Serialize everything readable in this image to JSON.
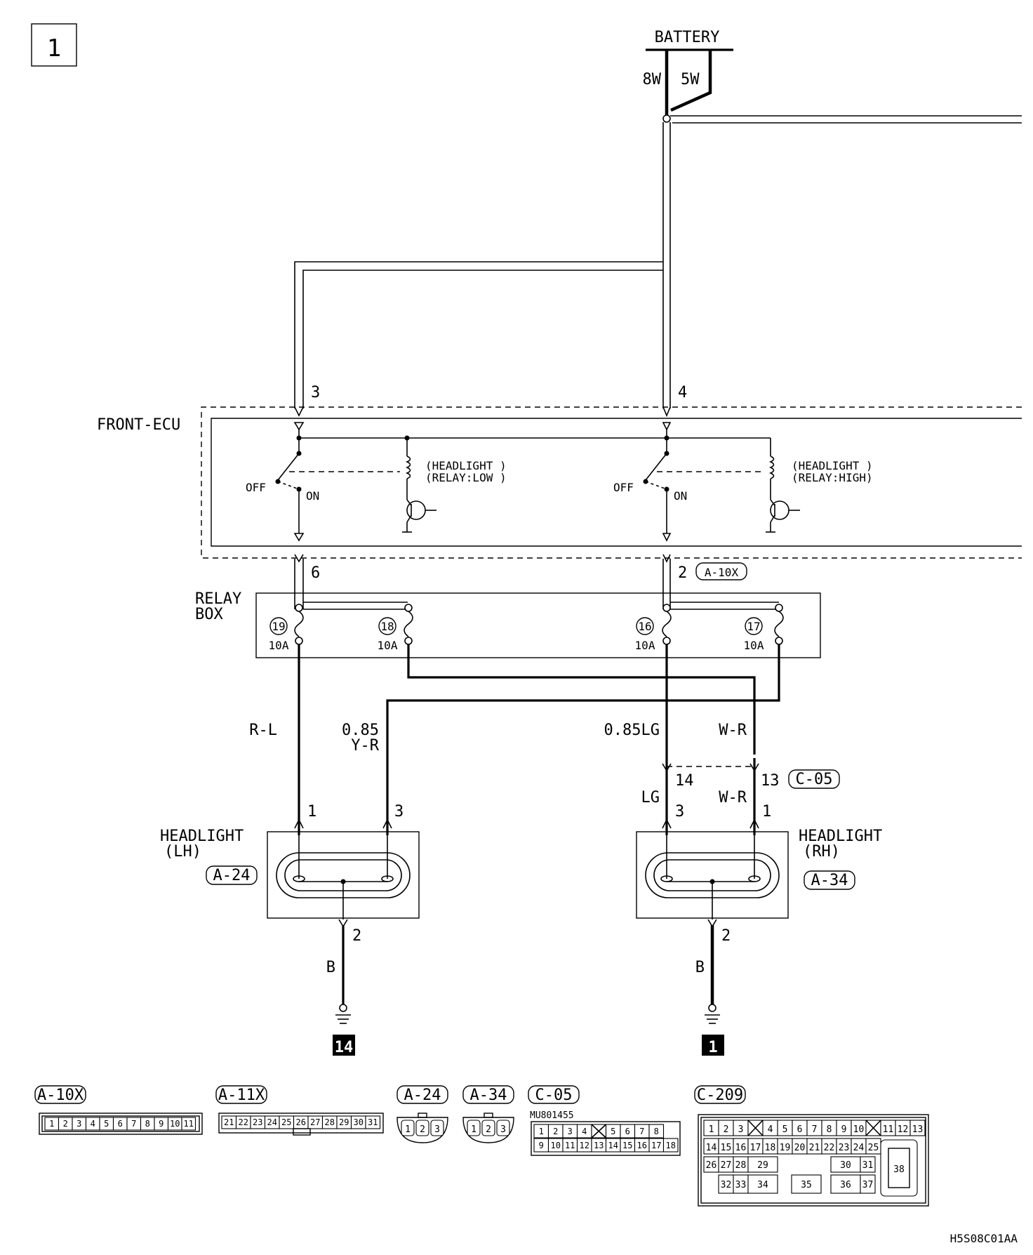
{
  "sheet": {
    "number": "1",
    "code": "H5S08C01AA"
  },
  "battery": {
    "label": "BATTERY",
    "fuse_left": "8W",
    "fuse_right": "5W"
  },
  "ecu": {
    "label": "FRONT-ECU",
    "pin_in_low": "3",
    "pin_in_high": "4",
    "pin_out_low": "6",
    "pin_out_high": "2",
    "out_connector": "A-10X",
    "switch_off": "OFF",
    "switch_on": "ON",
    "relay_low_l1": "(HEADLIGHT )",
    "relay_low_l2": "(RELAY:LOW )",
    "relay_high_l1": "(HEADLIGHT )",
    "relay_high_l2": "(RELAY:HIGH)"
  },
  "relay_box": {
    "label_l1": "RELAY",
    "label_l2": "BOX",
    "fuses": [
      {
        "num": "19",
        "rating": "10A"
      },
      {
        "num": "18",
        "rating": "10A"
      },
      {
        "num": "16",
        "rating": "10A"
      },
      {
        "num": "17",
        "rating": "10A"
      }
    ]
  },
  "wires": {
    "rl": "R-L",
    "yr_size": "0.85",
    "yr": "Y-R",
    "lg_upper": "0.85LG",
    "wr_upper": "W-R",
    "lg_lower": "LG",
    "wr_lower": "W-R",
    "b_left": "B",
    "b_right": "B"
  },
  "junction": {
    "pin_a": "14",
    "pin_b": "13",
    "connector": "C-05"
  },
  "headlight_lh": {
    "label_l1": "HEADLIGHT",
    "label_l2": "(LH)",
    "connector": "A-24",
    "pin_1": "1",
    "pin_3": "3",
    "pin_2": "2"
  },
  "headlight_rh": {
    "label_l1": "HEADLIGHT",
    "label_l2": "(RH)",
    "connector": "A-34",
    "pin_3": "3",
    "pin_1": "1",
    "pin_2": "2"
  },
  "grounds": {
    "left": "14",
    "right": "1"
  },
  "connectors": {
    "a10x": {
      "name": "A-10X",
      "pins": [
        "1",
        "2",
        "3",
        "4",
        "5",
        "6",
        "7",
        "8",
        "9",
        "10",
        "11"
      ]
    },
    "a11x": {
      "name": "A-11X",
      "pins": [
        "21",
        "22",
        "23",
        "24",
        "25",
        "26",
        "27",
        "28",
        "29",
        "30",
        "31"
      ]
    },
    "a24": {
      "name": "A-24",
      "pins": [
        "1",
        "2",
        "3"
      ]
    },
    "a34": {
      "name": "A-34",
      "pins": [
        "1",
        "2",
        "3"
      ]
    },
    "c05": {
      "name": "C-05",
      "part": "MU801455",
      "row1": [
        "1",
        "2",
        "3",
        "4",
        "",
        "5",
        "6",
        "7",
        "8"
      ],
      "row2": [
        "9",
        "10",
        "11",
        "12",
        "13",
        "14",
        "15",
        "16",
        "17",
        "18"
      ]
    },
    "c209": {
      "name": "C-209",
      "row1": [
        "1",
        "2",
        "3",
        "",
        "4",
        "5",
        "6",
        "7",
        "8",
        "9",
        "10",
        "",
        "11",
        "12",
        "13"
      ],
      "row2": [
        "14",
        "15",
        "16",
        "17",
        "18",
        "19",
        "20",
        "21",
        "22",
        "23",
        "24",
        "25"
      ],
      "row3": [
        "26",
        "27",
        "28",
        "29",
        "30",
        "31"
      ],
      "row4": [
        "32",
        "33",
        "34",
        "35",
        "36",
        "37"
      ],
      "big": "38"
    }
  }
}
